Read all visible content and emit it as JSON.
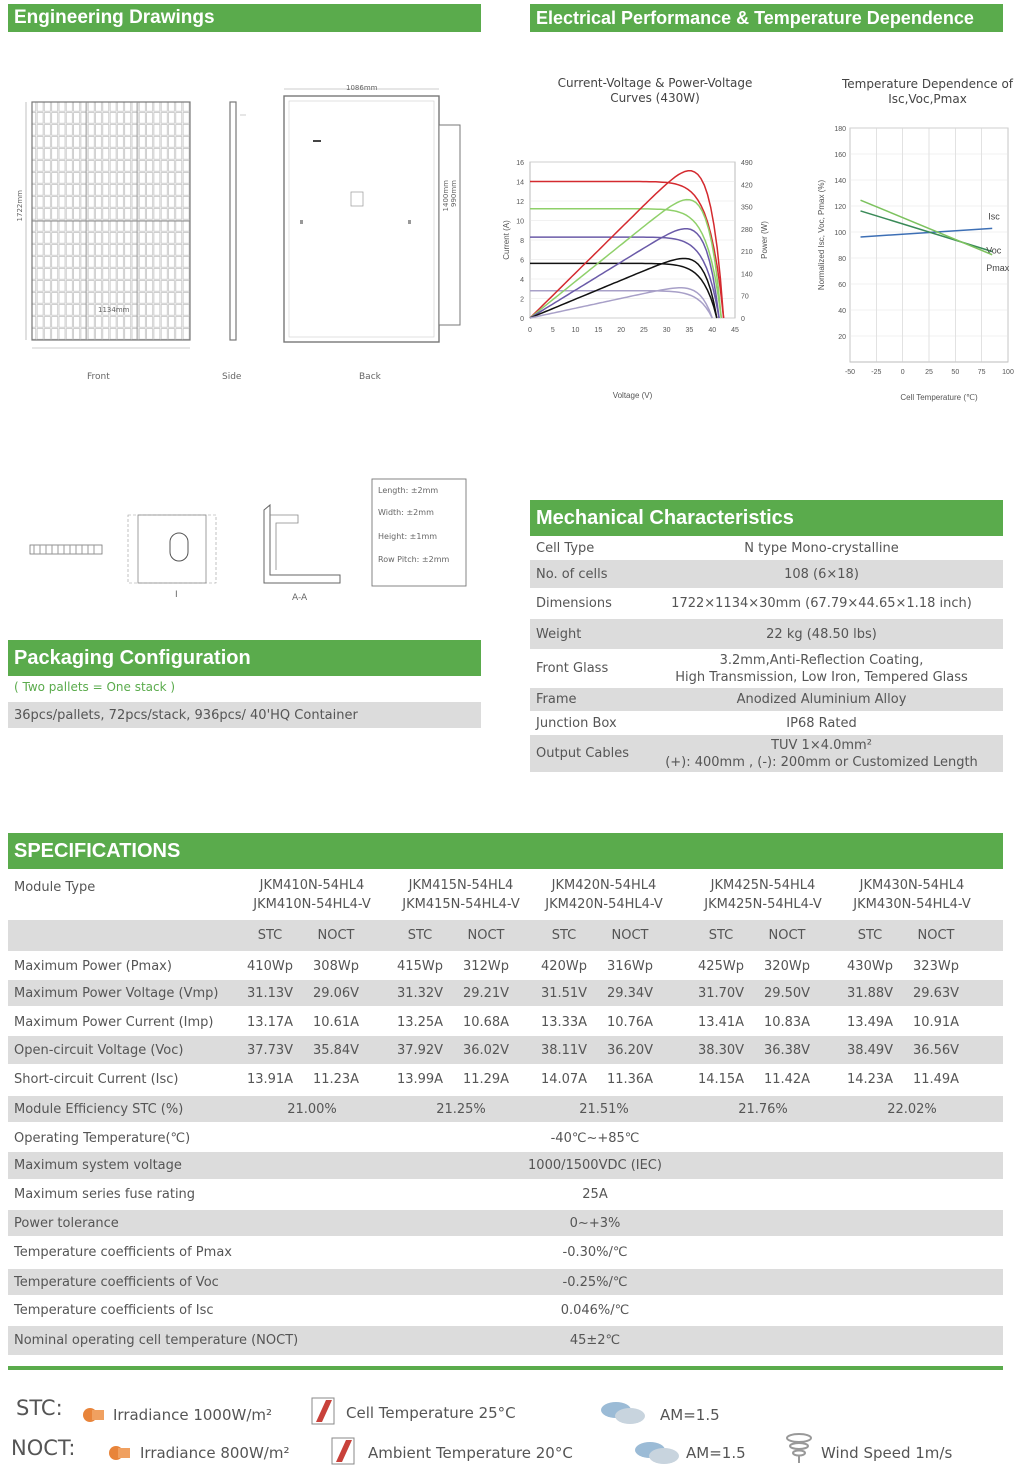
{
  "sections": {
    "engineering": "Engineering Drawings",
    "electrical": "Electrical Performance & Temperature Dependence",
    "mechanical": "Mechanical Characteristics",
    "packaging": "Packaging Configuration",
    "specifications": "SPECIFICATIONS"
  },
  "drawings": {
    "front_label": "Front",
    "side_label": "Side",
    "back_label": "Back",
    "width_dim": "1134mm",
    "length_dim": "1722mm",
    "top_dim": "1086mm",
    "mount_dim": "1400mm",
    "mount_dim2": "990mm",
    "section_label": "A-A",
    "section_mark": "I",
    "tolerances": [
      "Length: ±2mm",
      "Width: ±2mm",
      "Height: ±1mm",
      "Row Pitch: ±2mm"
    ]
  },
  "chart_iv": {
    "title_line1": "Current-Voltage & Power-Voltage",
    "title_line2": "Curves (430W)",
    "xlabel": "Voltage (V)",
    "ylabel_left": "Current (A)",
    "ylabel_right": "Power (W)"
  },
  "chart_temp": {
    "title_line1": "Temperature Dependence of",
    "title_line2": "Isc,Voc,Pmax",
    "xlabel": "Cell Temperature (℃)",
    "ylabel": "Normalized Isc, Voc, Pmax (%)",
    "series_labels": [
      "Isc",
      "Voc",
      "Pmax"
    ]
  },
  "chart_data": [
    {
      "type": "line",
      "title": "Current-Voltage & Power-Voltage Curves (430W)",
      "xlabel": "Voltage (V)",
      "ylabel": "Current (A)",
      "y2label": "Power (W)",
      "xlim": [
        0,
        45
      ],
      "ylim": [
        0,
        16
      ],
      "y2lim": [
        0,
        490
      ],
      "xticks": [
        0,
        5,
        10,
        15,
        20,
        25,
        30,
        35,
        40,
        45
      ],
      "yticks": [
        0,
        2,
        4,
        6,
        8,
        10,
        12,
        14,
        16
      ],
      "y2ticks": [
        0,
        70,
        140,
        210,
        280,
        350,
        420,
        490
      ],
      "iv_curves": [
        {
          "color": "#d42a2f",
          "isc": 14.0,
          "voc": 42.5
        },
        {
          "color": "#8fd06a",
          "isc": 11.2,
          "voc": 42.0
        },
        {
          "color": "#6a5aa8",
          "isc": 8.3,
          "voc": 41.5
        },
        {
          "color": "#111111",
          "isc": 5.6,
          "voc": 41.0
        },
        {
          "color": "#a8a0c8",
          "isc": 2.8,
          "voc": 40.0
        }
      ],
      "pv_curves": [
        {
          "color": "#d42a2f",
          "pmax": 462,
          "vmp": 35.5,
          "voc": 42.5
        },
        {
          "color": "#8fd06a",
          "pmax": 370,
          "vmp": 35.5,
          "voc": 42.0
        },
        {
          "color": "#6a5aa8",
          "pmax": 277,
          "vmp": 35.5,
          "voc": 41.5
        },
        {
          "color": "#111111",
          "pmax": 185,
          "vmp": 35.0,
          "voc": 41.0
        },
        {
          "color": "#a8a0c8",
          "pmax": 93,
          "vmp": 34.5,
          "voc": 40.0
        }
      ]
    },
    {
      "type": "line",
      "title": "Temperature Dependence of Isc,Voc,Pmax",
      "xlabel": "Cell Temperature (℃)",
      "ylabel": "Normalized Isc, Voc, Pmax (%)",
      "xlim": [
        -50,
        100
      ],
      "ylim": [
        0,
        180
      ],
      "xticks": [
        -50,
        -25,
        0,
        25,
        50,
        75,
        100
      ],
      "yticks": [
        20,
        40,
        60,
        80,
        100,
        120,
        140,
        160,
        180
      ],
      "series": [
        {
          "name": "Isc",
          "color": "#3d6fb5",
          "x": [
            -40,
            85
          ],
          "y": [
            96.2,
            102.8
          ]
        },
        {
          "name": "Voc",
          "color": "#3a8a58",
          "x": [
            -40,
            85
          ],
          "y": [
            116.2,
            85.0
          ]
        },
        {
          "name": "Pmax",
          "color": "#7cc25e",
          "x": [
            -40,
            85
          ],
          "y": [
            124.5,
            82.5
          ]
        }
      ]
    }
  ],
  "mechanical": [
    {
      "label": "Cell Type",
      "value": "N type Mono-crystalline",
      "shaded": false
    },
    {
      "label": "No. of cells",
      "value": "108 (6×18)",
      "shaded": true
    },
    {
      "label": "Dimensions",
      "value": "1722×1134×30mm (67.79×44.65×1.18 inch)",
      "shaded": false
    },
    {
      "label": "Weight",
      "value": "22 kg (48.50 lbs)",
      "shaded": true
    },
    {
      "label": "Front Glass",
      "value": "3.2mm,Anti-Reflection Coating,",
      "value2": "High Transmission, Low Iron, Tempered Glass",
      "shaded": false
    },
    {
      "label": "Frame",
      "value": "Anodized Aluminium Alloy",
      "shaded": true
    },
    {
      "label": "Junction Box",
      "value": "IP68 Rated",
      "shaded": false
    },
    {
      "label": "Output Cables",
      "value": "TUV  1×4.0mm²",
      "value2": "(+): 400mm , (-): 200mm or Customized Length",
      "shaded": true
    }
  ],
  "packaging": {
    "note": "( Two pallets = One stack )",
    "detail": "36pcs/pallets, 72pcs/stack, 936pcs/ 40'HQ Container"
  },
  "specs": {
    "module_type_label": "Module Type",
    "models": [
      [
        "JKM410N-54HL4",
        "JKM410N-54HL4-V"
      ],
      [
        "JKM415N-54HL4",
        "JKM415N-54HL4-V"
      ],
      [
        "JKM420N-54HL4",
        "JKM420N-54HL4-V"
      ],
      [
        "JKM425N-54HL4",
        "JKM425N-54HL4-V"
      ],
      [
        "JKM430N-54HL4",
        "JKM430N-54HL4-V"
      ]
    ],
    "stc": "STC",
    "noct": "NOCT",
    "paired_rows": [
      {
        "label": "Maximum Power (Pmax)",
        "values": [
          "410Wp",
          "308Wp",
          "415Wp",
          "312Wp",
          "420Wp",
          "316Wp",
          "425Wp",
          "320Wp",
          "430Wp",
          "323Wp"
        ],
        "shaded": false
      },
      {
        "label": "Maximum Power Voltage (Vmp)",
        "values": [
          "31.13V",
          "29.06V",
          "31.32V",
          "29.21V",
          "31.51V",
          "29.34V",
          "31.70V",
          "29.50V",
          "31.88V",
          "29.63V"
        ],
        "shaded": true
      },
      {
        "label": "Maximum Power Current (Imp)",
        "values": [
          "13.17A",
          "10.61A",
          "13.25A",
          "10.68A",
          "13.33A",
          "10.76A",
          "13.41A",
          "10.83A",
          "13.49A",
          "10.91A"
        ],
        "shaded": false
      },
      {
        "label": "Open-circuit Voltage (Voc)",
        "values": [
          "37.73V",
          "35.84V",
          "37.92V",
          "36.02V",
          "38.11V",
          "36.20V",
          "38.30V",
          "36.38V",
          "38.49V",
          "36.56V"
        ],
        "shaded": true
      },
      {
        "label": "Short-circuit Current (Isc)",
        "values": [
          "13.91A",
          "11.23A",
          "13.99A",
          "11.29A",
          "14.07A",
          "11.36A",
          "14.15A",
          "11.42A",
          "14.23A",
          "11.49A"
        ],
        "shaded": false
      }
    ],
    "efficiency": {
      "label": "Module Efficiency STC (%)",
      "values": [
        "21.00%",
        "21.25%",
        "21.51%",
        "21.76%",
        "22.02%"
      ]
    },
    "single_rows": [
      {
        "label": "Operating Temperature(℃)",
        "value": "-40℃~+85℃",
        "shaded": false
      },
      {
        "label": "Maximum system voltage",
        "value": "1000/1500VDC (IEC)",
        "shaded": true
      },
      {
        "label": "Maximum series fuse rating",
        "value": "25A",
        "shaded": false
      },
      {
        "label": "Power tolerance",
        "value": "0~+3%",
        "shaded": true
      },
      {
        "label": "Temperature coefficients of Pmax",
        "value": "-0.30%/℃",
        "shaded": false
      },
      {
        "label": "Temperature coefficients of Voc",
        "value": "-0.25%/℃",
        "shaded": true
      },
      {
        "label": "Temperature coefficients of Isc",
        "value": "0.046%/℃",
        "shaded": false
      },
      {
        "label": "Nominal operating cell temperature  (NOCT)",
        "value": "45±2℃",
        "shaded": true
      }
    ]
  },
  "legend": {
    "stc_label": "STC:",
    "stc_irradiance": "Irradiance 1000W/m²",
    "stc_temp": "Cell Temperature 25°C",
    "stc_am": "AM=1.5",
    "noct_label": "NOCT:",
    "noct_irradiance": "Irradiance 800W/m²",
    "noct_temp": "Ambient Temperature 20°C",
    "noct_am": "AM=1.5",
    "noct_wind": "Wind Speed 1m/s",
    "colors": {
      "sun": "#e8843a",
      "thermo": "#c8413a",
      "cloud": "#9bbbd6",
      "green": "#5aab4c"
    }
  }
}
